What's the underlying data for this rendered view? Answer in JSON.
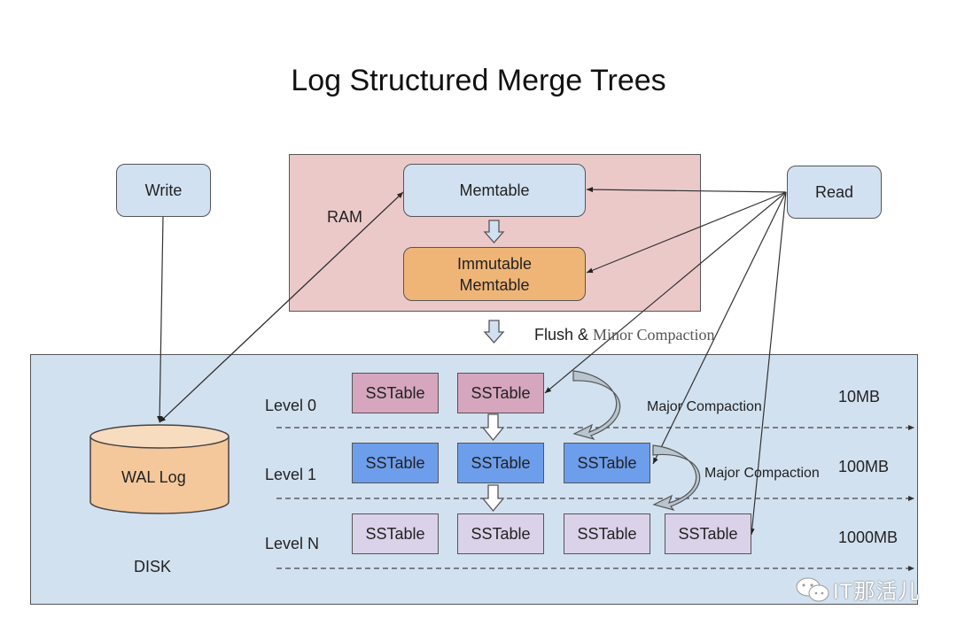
{
  "title": "Log Structured Merge Trees",
  "regions": {
    "ram_label": "RAM",
    "disk_label": "DISK"
  },
  "nodes": {
    "write": "Write",
    "read": "Read",
    "memtable": "Memtable",
    "immutable_line1": "Immutable",
    "immutable_line2": "Memtable",
    "wal_log": "WAL Log"
  },
  "flush_label": {
    "part1": "Flush & ",
    "part2": "Minor Compaction"
  },
  "levels": [
    {
      "label": "Level 0",
      "size": "10MB",
      "sstables": [
        "SSTable",
        "SSTable"
      ],
      "color": "#d5a6bd"
    },
    {
      "label": "Level 1",
      "size": "100MB",
      "sstables": [
        "SSTable",
        "SSTable",
        "SSTable"
      ],
      "color": "#6d9eeb"
    },
    {
      "label": "Level N",
      "size": "1000MB",
      "sstables": [
        "SSTable",
        "SSTable",
        "SSTable",
        "SSTable"
      ],
      "color": "#d9d2e9"
    }
  ],
  "compaction_labels": [
    "Major Compaction",
    "Major Compaction"
  ],
  "watermark": "IT那活儿",
  "colors": {
    "ram_bg": "#ecc9c9",
    "disk_bg": "#d2e1f0",
    "node_blue": "#d2e1f2",
    "immutable_orange": "#efb577",
    "wal_orange": "#f4c89b"
  }
}
